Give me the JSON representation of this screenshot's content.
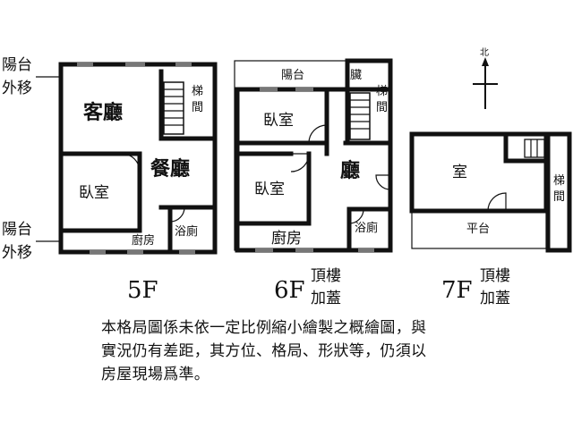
{
  "side_labels": {
    "balcony_top_1": "陽台",
    "balcony_top_2": "外移",
    "balcony_bottom_1": "陽台",
    "balcony_bottom_2": "外移"
  },
  "floor_5f": {
    "label": "5F",
    "living_room": "客廳",
    "dining_room": "餐廳",
    "bedroom": "臥室",
    "stairs_1": "梯",
    "stairs_2": "間",
    "kitchen": "廚房",
    "bathroom": "浴廁"
  },
  "floor_6f": {
    "label": "6F",
    "tag_1": "頂樓",
    "tag_2": "加蓋",
    "balcony": "陽台",
    "laundry": "臟",
    "bedroom_top": "臥室",
    "bedroom_bottom": "臥室",
    "hall": "廳",
    "stairs_1": "梯",
    "stairs_2": "間",
    "kitchen": "廚房",
    "bathroom": "浴廁"
  },
  "floor_7f": {
    "label": "7F",
    "tag_1": "頂樓",
    "tag_2": "加蓋",
    "room": "室",
    "terrace": "平台",
    "stairs_1": "梯",
    "stairs_2": "間"
  },
  "compass": {
    "north": "北"
  },
  "disclaimer": {
    "line1": "本格局圖係未依一定比例縮小繪製之概繪圖，與",
    "line2": "實況仍有差距，其方位、格局、形狀等，仍須以",
    "line3": "房屋現場爲準。"
  }
}
